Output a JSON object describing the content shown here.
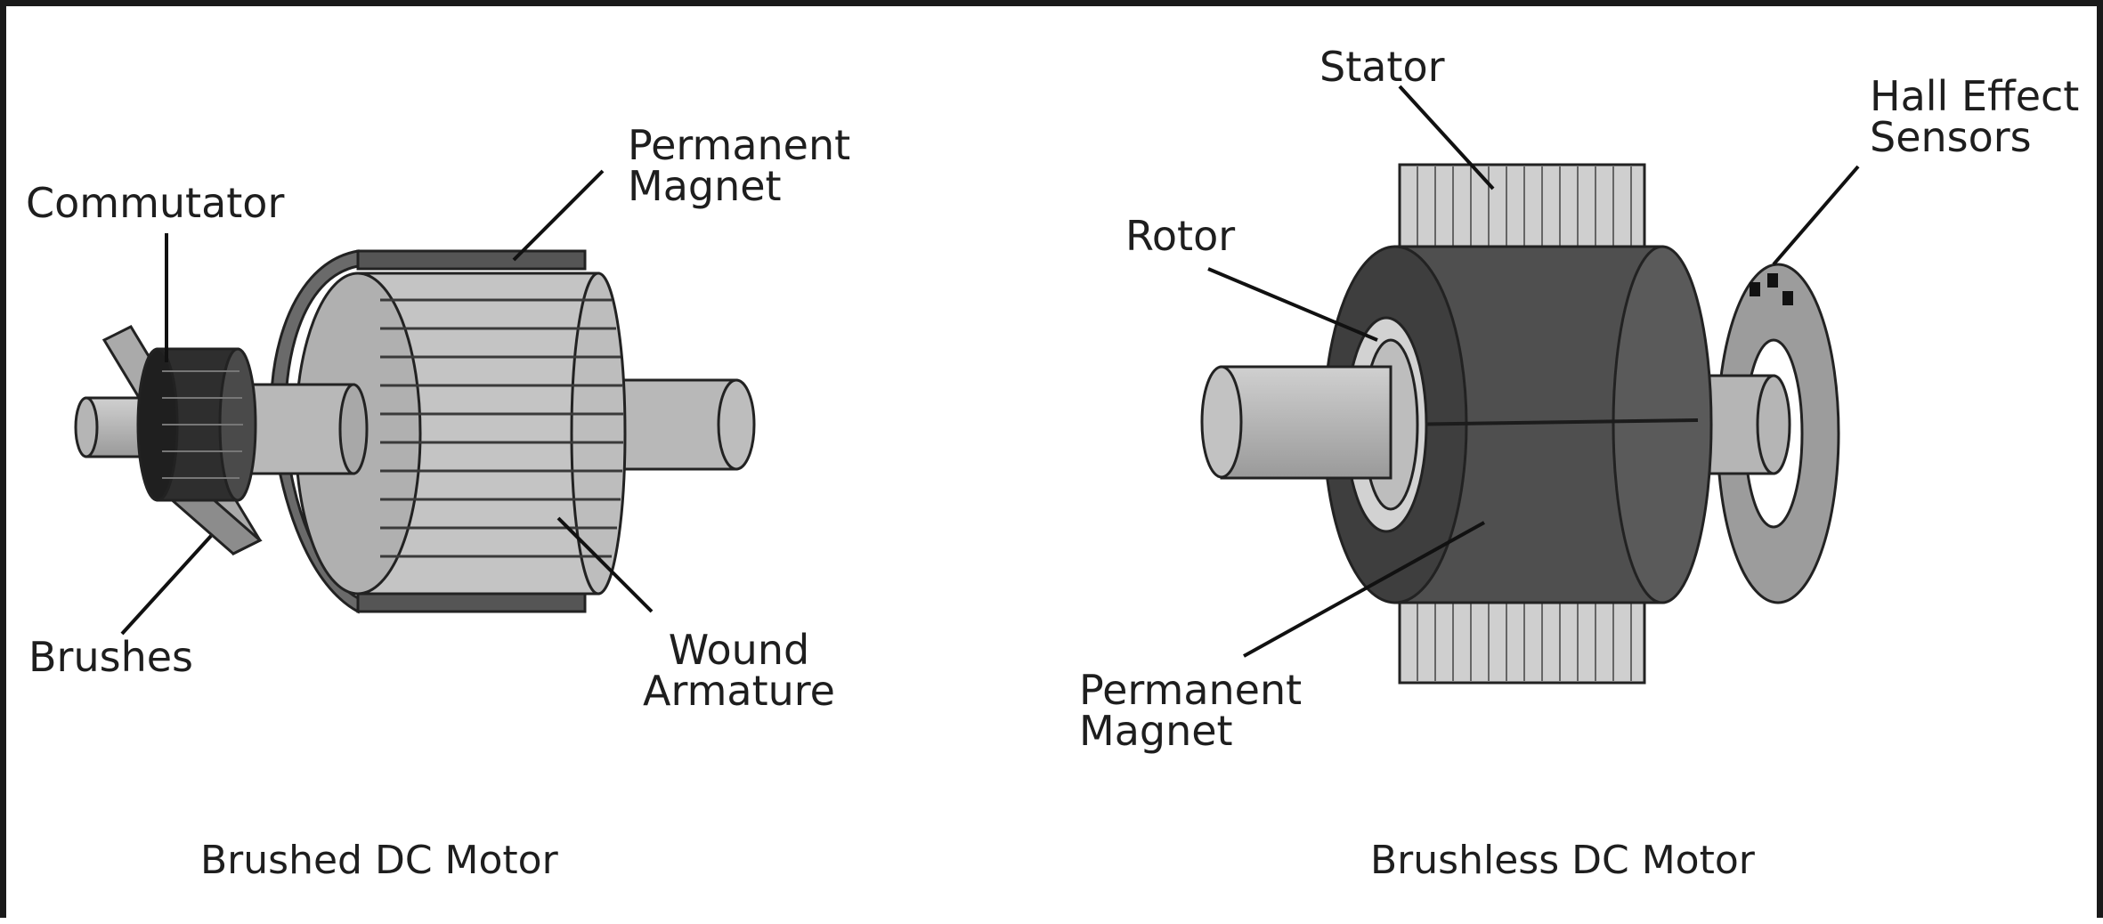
{
  "brushed": {
    "title": "Brushed DC Motor",
    "labels": {
      "commutator": "Commutator",
      "permanent_magnet": "Permanent\nMagnet",
      "brushes": "Brushes",
      "wound_armature": "Wound\nArmature"
    }
  },
  "brushless": {
    "title": "Brushless DC Motor",
    "labels": {
      "stator": "Stator",
      "hall_effect_sensors": "Hall Effect\nSensors",
      "rotor": "Rotor",
      "permanent_magnet": "Permanent\nMagnet"
    }
  },
  "colors": {
    "outline": "#222222",
    "light_gray": "#bdbdbd",
    "mid_gray": "#8c8c8c",
    "dark_gray": "#4d4d4d",
    "darker": "#333333"
  }
}
